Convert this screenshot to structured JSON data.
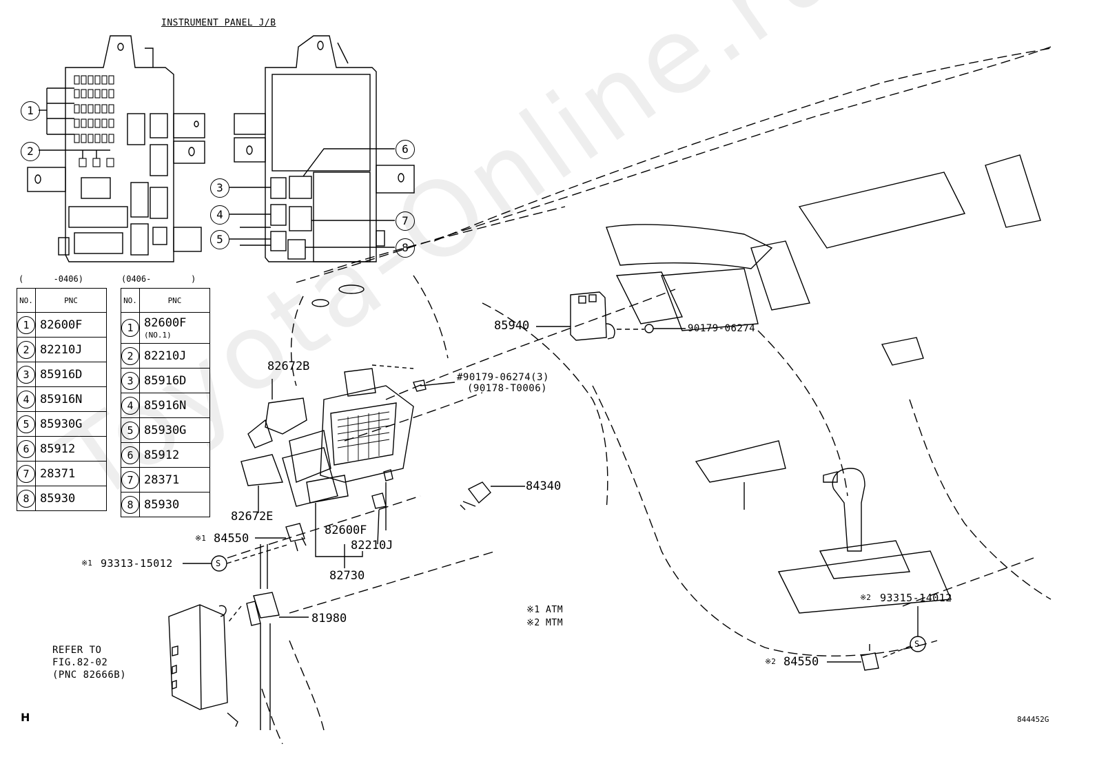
{
  "diagram": {
    "panel_title": "INSTRUMENT PANEL J/B",
    "callouts_left": [
      "1",
      "2"
    ],
    "callouts_right": [
      "3",
      "4",
      "5",
      "6",
      "7",
      "8"
    ],
    "table_left": {
      "range": "(      -0406)",
      "head_no": "NO.",
      "head_pnc": "PNC",
      "rows": [
        {
          "no": "1",
          "pnc": "82600F"
        },
        {
          "no": "2",
          "pnc": "82210J"
        },
        {
          "no": "3",
          "pnc": "85916D"
        },
        {
          "no": "4",
          "pnc": "85916N"
        },
        {
          "no": "5",
          "pnc": "85930G"
        },
        {
          "no": "6",
          "pnc": "85912"
        },
        {
          "no": "7",
          "pnc": "28371"
        },
        {
          "no": "8",
          "pnc": "85930"
        }
      ]
    },
    "table_right": {
      "range": "(0406-        )",
      "head_no": "NO.",
      "head_pnc": "PNC",
      "rows": [
        {
          "no": "1",
          "pnc": "82600F",
          "sub": "(NO.1)"
        },
        {
          "no": "2",
          "pnc": "82210J"
        },
        {
          "no": "3",
          "pnc": "85916D"
        },
        {
          "no": "4",
          "pnc": "85916N"
        },
        {
          "no": "5",
          "pnc": "85930G"
        },
        {
          "no": "6",
          "pnc": "85912"
        },
        {
          "no": "7",
          "pnc": "28371"
        },
        {
          "no": "8",
          "pnc": "85930"
        }
      ]
    },
    "labels": {
      "p85940": "85940",
      "p90179a": "90179-06274",
      "p82672b": "82672B",
      "p90179b": "#90179-06274(3)",
      "p90178": "(90178-T0006)",
      "p84340": "84340",
      "p82672e": "82672E",
      "p84550a": "84550",
      "p84550a_mark": "※1",
      "p93313": "93313-15012",
      "p93313_mark": "※1",
      "p82600f": "82600F",
      "p82210j": "82210J",
      "p82730": "82730",
      "p81980": "81980",
      "p93315": "93315-14012",
      "p93315_mark": "※2",
      "p84550b": "84550",
      "p84550b_mark": "※2",
      "s_mark": "S"
    },
    "legend": [
      "※1 ATM",
      "※2 MTM"
    ],
    "refer": [
      "REFER TO",
      "FIG.82-02",
      "(PNC 82666B)"
    ],
    "corner_left": "H",
    "corner_right": "844452G",
    "watermark": "Toyota-Online.ru"
  }
}
